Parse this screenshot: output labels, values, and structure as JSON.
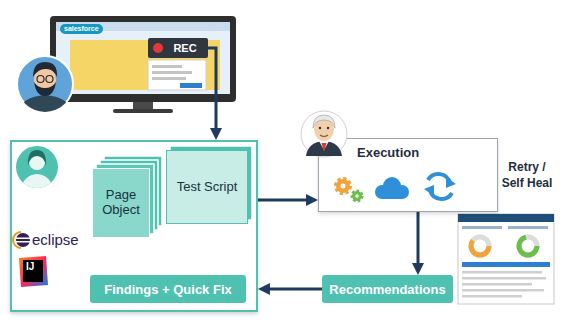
{
  "diagram": {
    "nodes": [
      {
        "text": [
          "REC"
        ]
      },
      {
        "text": [
          "eclipse",
          "IJ"
        ]
      },
      {
        "text": [
          "Page Object"
        ],
        "in": 1
      },
      {
        "text": [
          "Test Script"
        ],
        "in": 1
      },
      {
        "text": [
          "Findings + Quick Fix"
        ],
        "in": 1
      },
      {
        "text": [
          "Execution"
        ]
      },
      {
        "text": [
          "Recommendations"
        ]
      }
    ],
    "edges": [
      {
        "from": 0,
        "to": 1,
        "arrow": "to"
      },
      {
        "from": 1,
        "to": 5,
        "arrow": "to"
      },
      {
        "from": 5,
        "to": 6,
        "arrow": "to"
      },
      {
        "from": 6,
        "to": 1,
        "arrow": "to"
      }
    ],
    "labels": [
      "salesforce",
      "Retry / Self Heal"
    ]
  }
}
